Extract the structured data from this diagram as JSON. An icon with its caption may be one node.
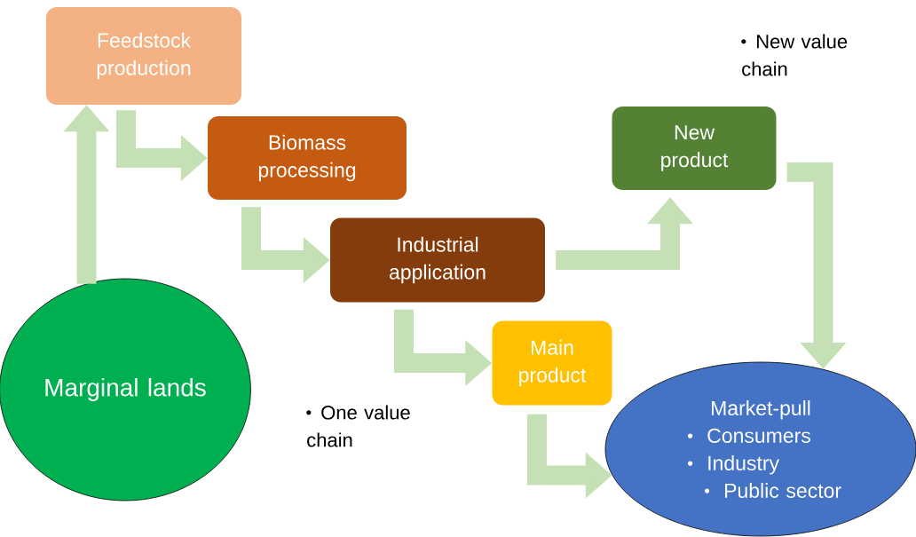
{
  "diagram": {
    "nodes": [
      {
        "text": [
          "Feedstock production"
        ]
      },
      {
        "text": [
          "Biomass processing"
        ]
      },
      {
        "text": [
          "Industrial application"
        ]
      },
      {
        "text": [
          "New product"
        ]
      },
      {
        "text": [
          "Main product"
        ]
      },
      {
        "text": [
          "Marginal lands"
        ]
      },
      {
        "text": [
          "Market-pull",
          "Consumers",
          "Industry",
          "Public sector"
        ]
      }
    ],
    "edges": [
      {
        "from": 5,
        "to": 0,
        "arrow": "to"
      },
      {
        "from": 0,
        "to": 1,
        "arrow": "to"
      },
      {
        "from": 1,
        "to": 2,
        "arrow": "to"
      },
      {
        "from": 2,
        "to": 3,
        "arrow": "to"
      },
      {
        "from": 2,
        "to": 4,
        "arrow": "to"
      },
      {
        "from": 3,
        "to": 6,
        "arrow": "to"
      },
      {
        "from": 4,
        "to": 6,
        "arrow": "to"
      }
    ],
    "labels": [
      "New value chain",
      "One value chain"
    ]
  }
}
